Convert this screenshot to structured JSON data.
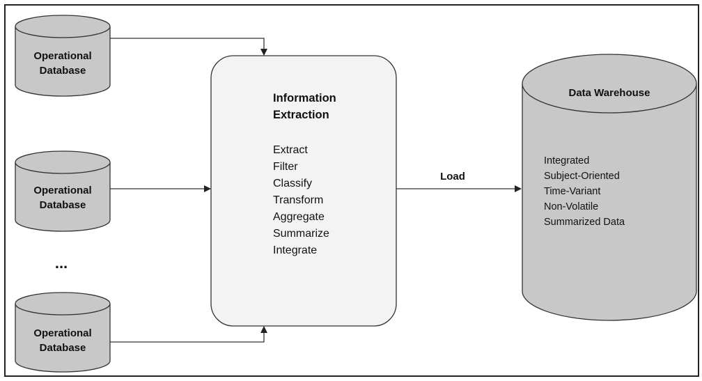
{
  "sources": [
    {
      "line1": "Operational",
      "line2": "Database"
    },
    {
      "line1": "Operational",
      "line2": "Database"
    },
    {
      "line1": "Operational",
      "line2": "Database"
    }
  ],
  "ellipsis": "...",
  "extraction": {
    "title_line1": "Information",
    "title_line2": "Extraction",
    "steps": [
      "Extract",
      "Filter",
      "Classify",
      "Transform",
      "Aggregate",
      "Summarize",
      "Integrate"
    ]
  },
  "load_label": "Load",
  "warehouse": {
    "title": "Data Warehouse",
    "properties": [
      "Integrated",
      "Subject-Oriented",
      "Time-Variant",
      "Non-Volatile",
      "Summarized Data"
    ]
  }
}
